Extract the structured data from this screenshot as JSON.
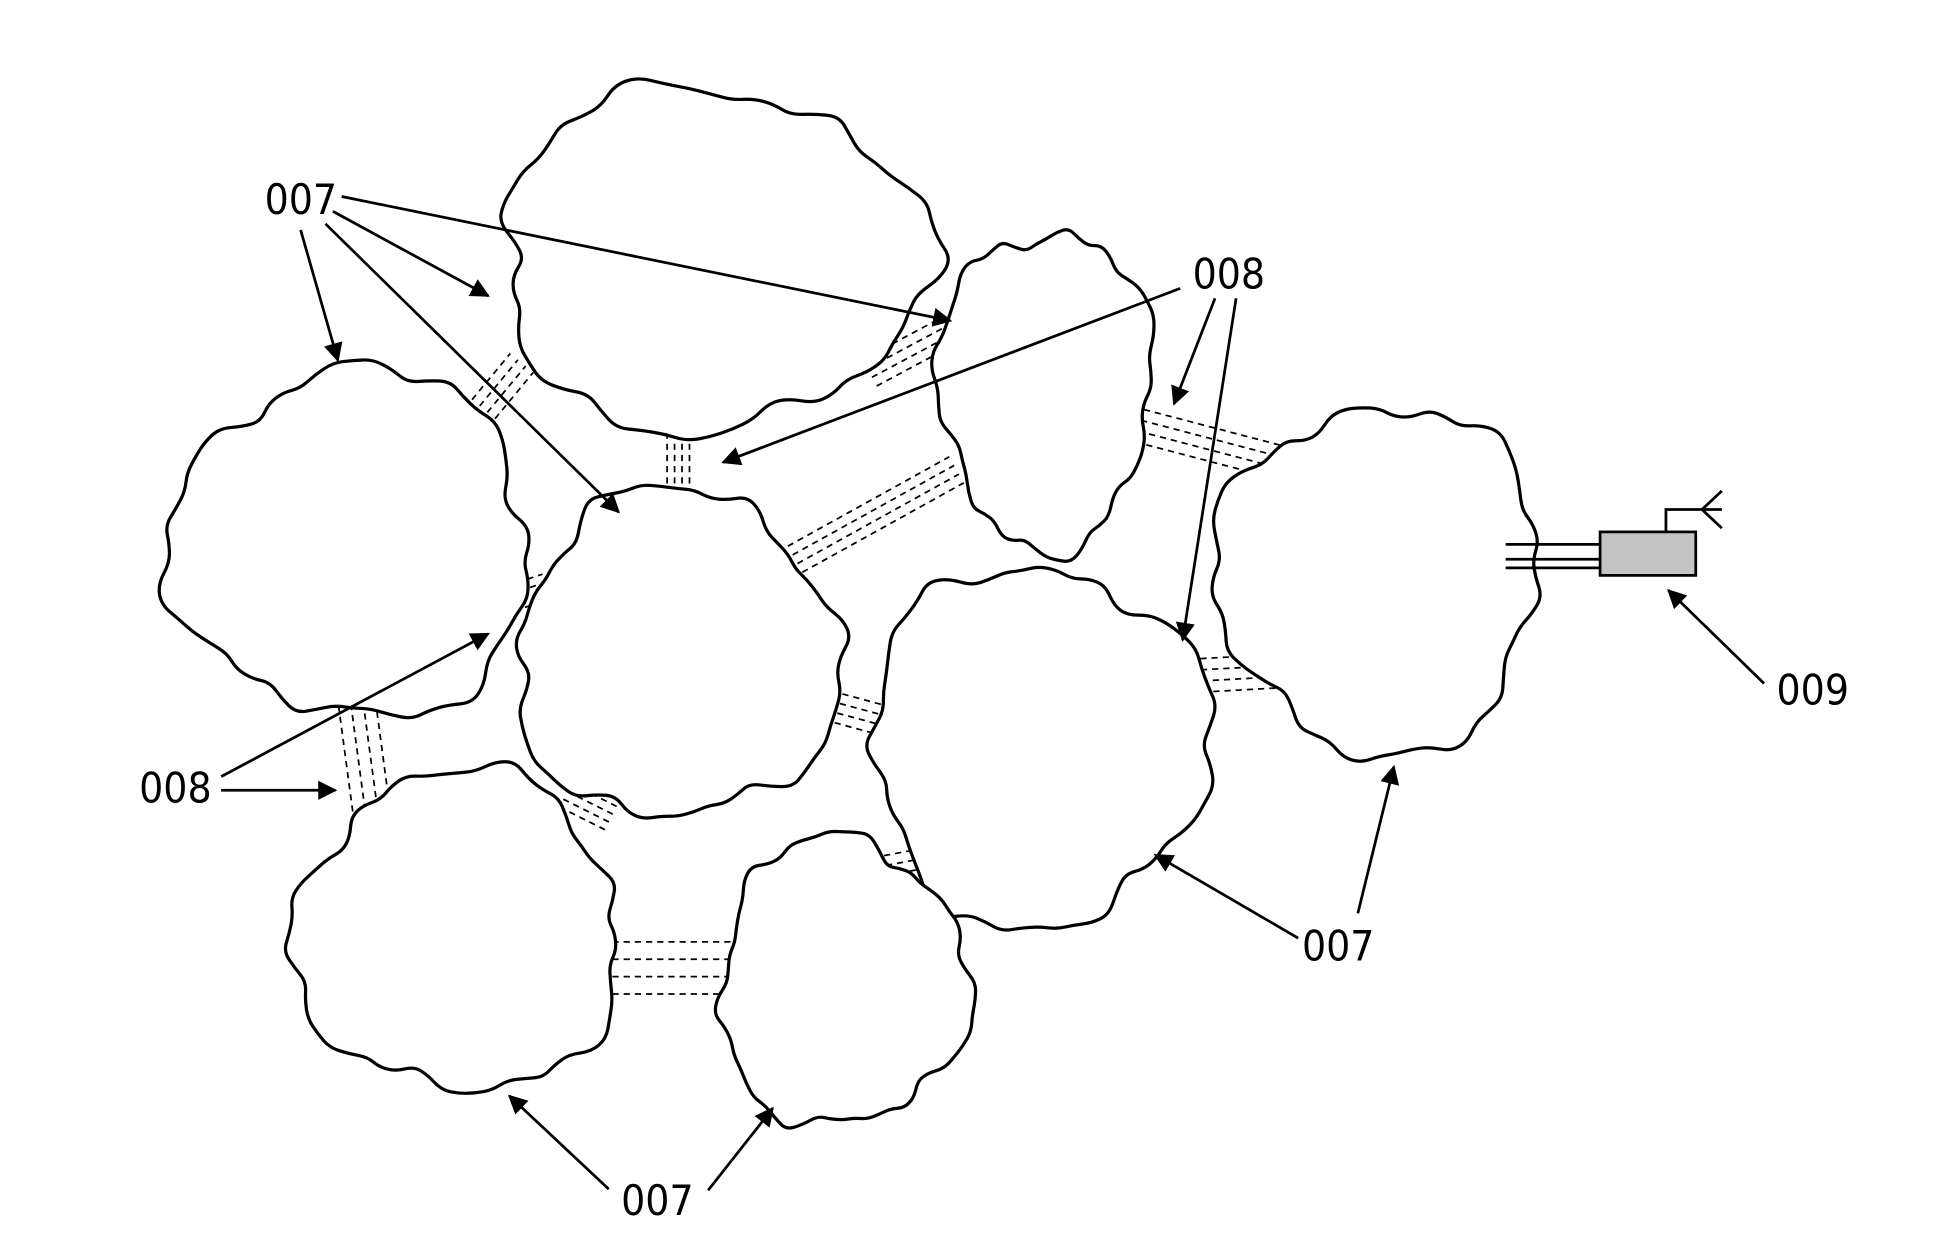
{
  "figure": {
    "labels": {
      "cell_unit": "007",
      "connector": "008",
      "controller": "009"
    },
    "colors": {
      "line": "#000000",
      "controller_fill": "#c4c4c4",
      "background": "#ffffff"
    }
  }
}
